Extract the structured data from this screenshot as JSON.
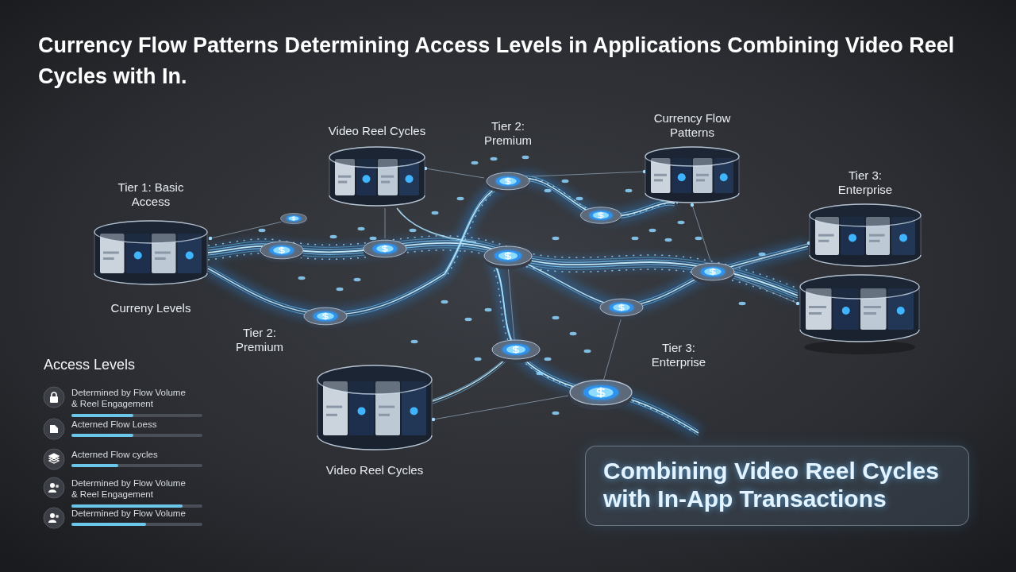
{
  "diagram": {
    "title": "Currency Flow Patterns Determining Access Levels in Applications Combining Video Reel Cycles with In.",
    "nodes": [
      {
        "text": [
          "Tier 1: Basic Access",
          "Curreny Levels"
        ]
      },
      {
        "text": [
          "Video Reel Cycles"
        ]
      },
      {
        "text": [
          "Currency Flow Patterns"
        ]
      },
      {
        "text": [
          "Tier 3: Enterprise"
        ]
      },
      {
        "text": [
          "Video Reel Cycles"
        ]
      },
      {
        "text": [
          "Combining Video Reel Cycles with In-App Transactions"
        ]
      }
    ],
    "labels": [
      "Tier 2: Premium",
      "Tier 2: Premium",
      "Tier 3: Enterprise",
      "Access Levels"
    ],
    "legend": [
      {
        "text": "Determined by Flow Volume & Reel Engagement"
      },
      {
        "text": "Acterned Flow Loess"
      },
      {
        "text": "Acterned Flow cycles"
      },
      {
        "text": "Determined by Flow Volume & Reel Engagement"
      },
      {
        "text": "Determined by Flow Volume"
      }
    ]
  }
}
